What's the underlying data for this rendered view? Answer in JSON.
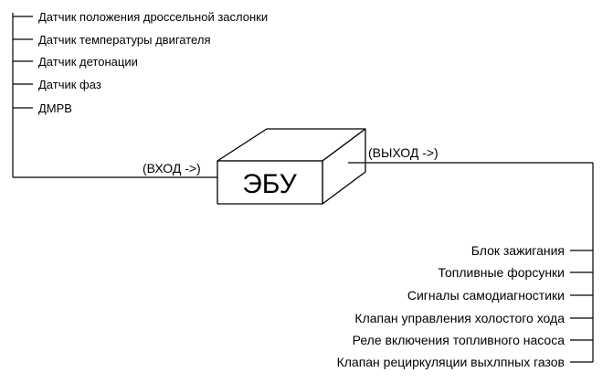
{
  "block": {
    "title": "ЭБУ"
  },
  "input": {
    "label": "(ВХОД ->)",
    "sensors": [
      "Датчик положения дроссельной заслонки",
      "Датчик температуры двигателя",
      "Датчик детонации",
      "Датчик фаз",
      "ДМРВ"
    ]
  },
  "output": {
    "label": "(ВЫХОД ->)",
    "actuators": [
      "Блок зажигания",
      "Топливные форсунки",
      "Сигналы самодиагностики",
      "Клапан управления холостого хода",
      "Реле включения топливного насоса",
      "Клапан рециркуляции выхлпных газов"
    ]
  },
  "colors": {
    "line": "#000000",
    "box_front": "#ffffff",
    "background": "#ffffff"
  }
}
